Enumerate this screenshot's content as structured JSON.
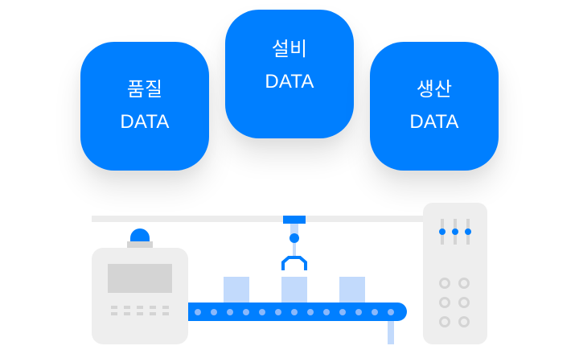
{
  "data_cards": [
    {
      "id": "quality",
      "title": "품질",
      "subtitle": "DATA"
    },
    {
      "id": "equipment",
      "title": "설비",
      "subtitle": "DATA"
    },
    {
      "id": "production",
      "title": "생산",
      "subtitle": "DATA"
    }
  ],
  "illustration": {
    "subject": "factory production line",
    "elements": [
      "control-machine",
      "warning-lamp",
      "overhead-rail",
      "robotic-gripper",
      "conveyor-belt",
      "products",
      "control-panel"
    ],
    "product_count": 3,
    "roller_count": 13,
    "slider_count": 3,
    "panel_button_count": 6
  },
  "colors": {
    "accent": "#007fff",
    "accent_light": "#c2dafc",
    "machine_gray": "#eeeeee",
    "detail_gray": "#d4d4d4"
  }
}
